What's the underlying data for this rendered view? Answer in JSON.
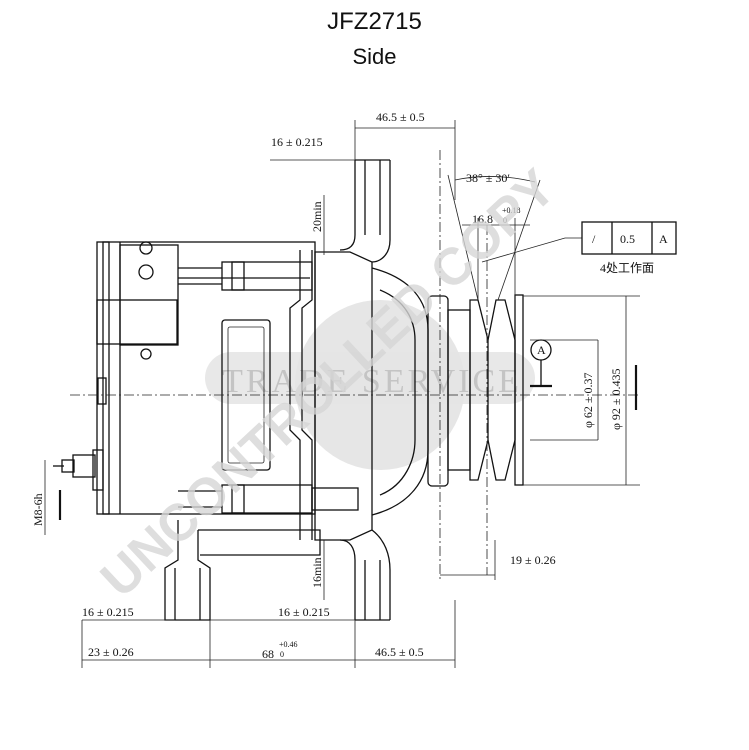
{
  "title": "JFZ2715",
  "subtitle": "Side",
  "watermark": {
    "main": "UNCONTROLLED COPY",
    "seal": "TRADE SERVICE",
    "color": "#d0d0d0"
  },
  "datum_label": "A",
  "tolerance_frame": {
    "symbol": "/",
    "value": "0.5",
    "datum": "A",
    "note": "4处工作面"
  },
  "dimensions": {
    "top_width": "46.5 ± 0.5",
    "top_bracket": "16 ± 0.215",
    "angle": "38° ± 30′",
    "groove_base": "16.8",
    "groove_tol_upper": "+0.18",
    "groove_tol_lower": "0",
    "min_top": "20min",
    "dia_62": "φ 62 ± 0.37",
    "dia_92": "φ 92 ± 0.435",
    "thread": "M8-6h",
    "right_offset": "19 ± 0.26",
    "min_bottom": "16min",
    "bottom_left_bracket": "16 ± 0.215",
    "bottom_mid_bracket": "16 ± 0.215",
    "bottom_left": "23 ± 0.26",
    "bottom_span_base": "68",
    "bottom_span_tol_upper": "+0.46",
    "bottom_span_tol_lower": "0",
    "bottom_right": "46.5 ± 0.5"
  }
}
